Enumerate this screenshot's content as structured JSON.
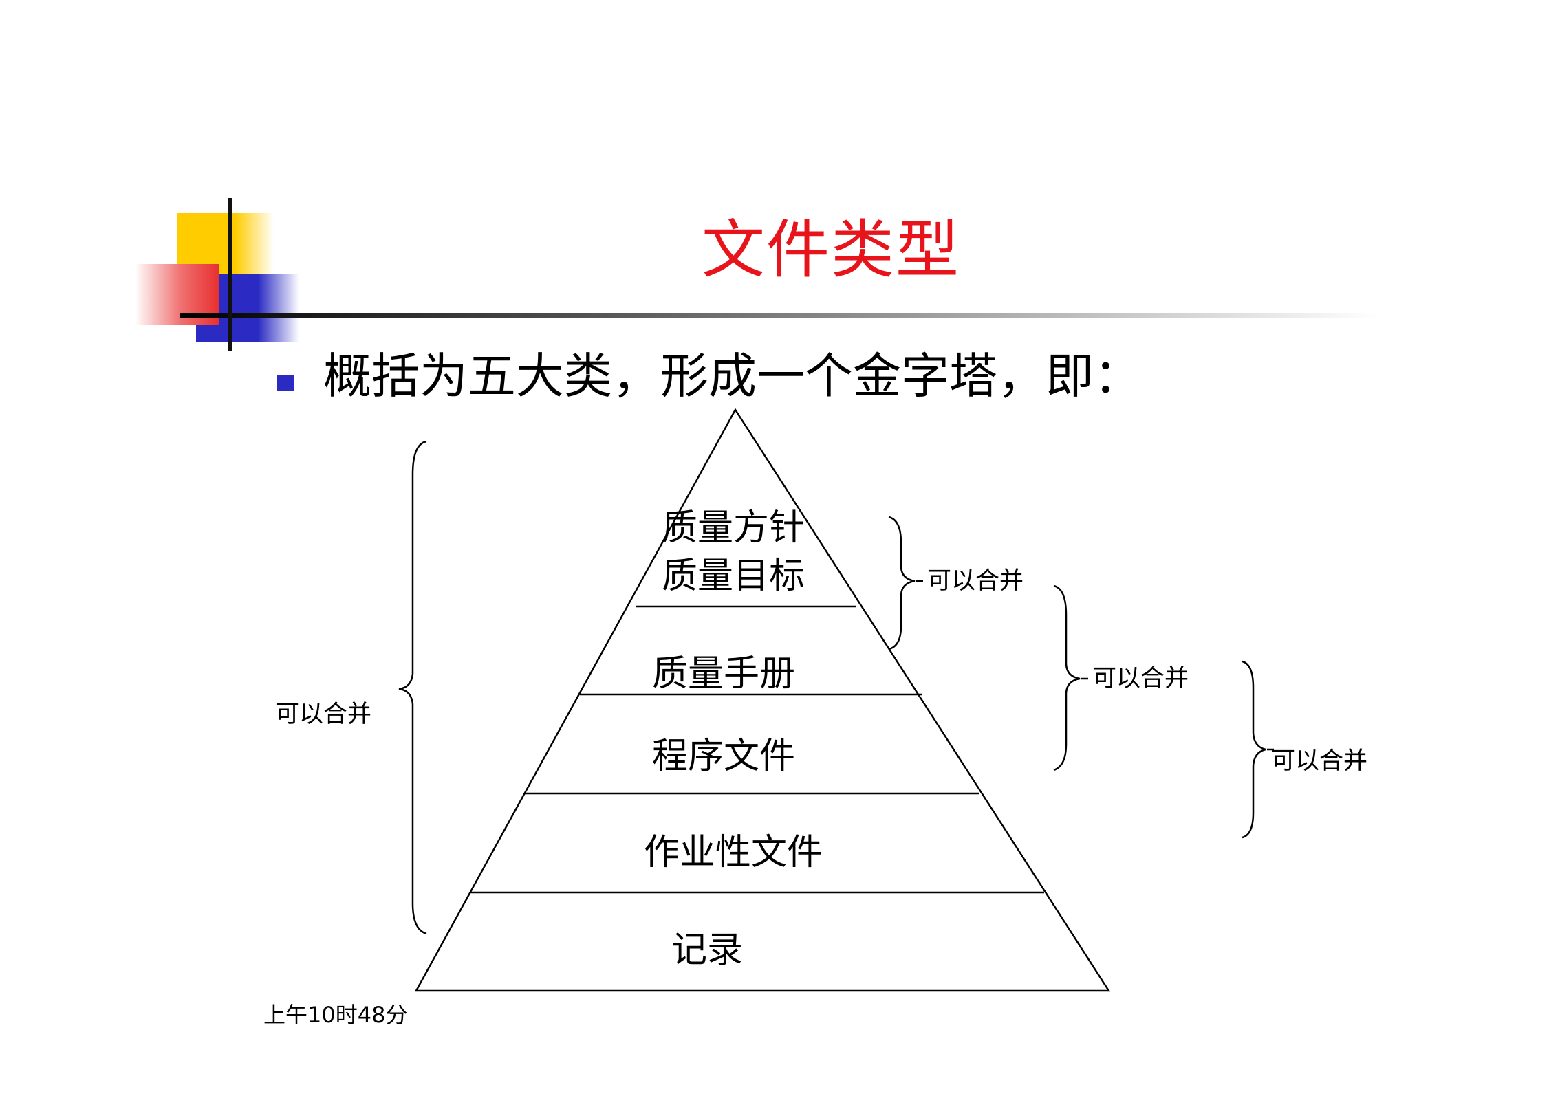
{
  "slide": {
    "title": "文件类型",
    "bullet": "概括为五大类，形成一个金字塔，即：",
    "timestamp": "上午10时48分"
  },
  "pyramid": {
    "tiers": [
      {
        "line1": "质量方针",
        "line2": "质量目标"
      },
      {
        "line1": "质量手册"
      },
      {
        "line1": "程序文件"
      },
      {
        "line1": "作业性文件"
      },
      {
        "line1": "记录"
      }
    ]
  },
  "brackets": {
    "left": "可以合并",
    "right1": "可以合并",
    "right2": "可以合并",
    "right3": "可以合并"
  },
  "colors": {
    "title": "#e8141c",
    "accent_yellow": "#ffcc00",
    "accent_red": "#e83030",
    "accent_blue": "#2b2bc4",
    "bullet": "#2b2bc4"
  }
}
